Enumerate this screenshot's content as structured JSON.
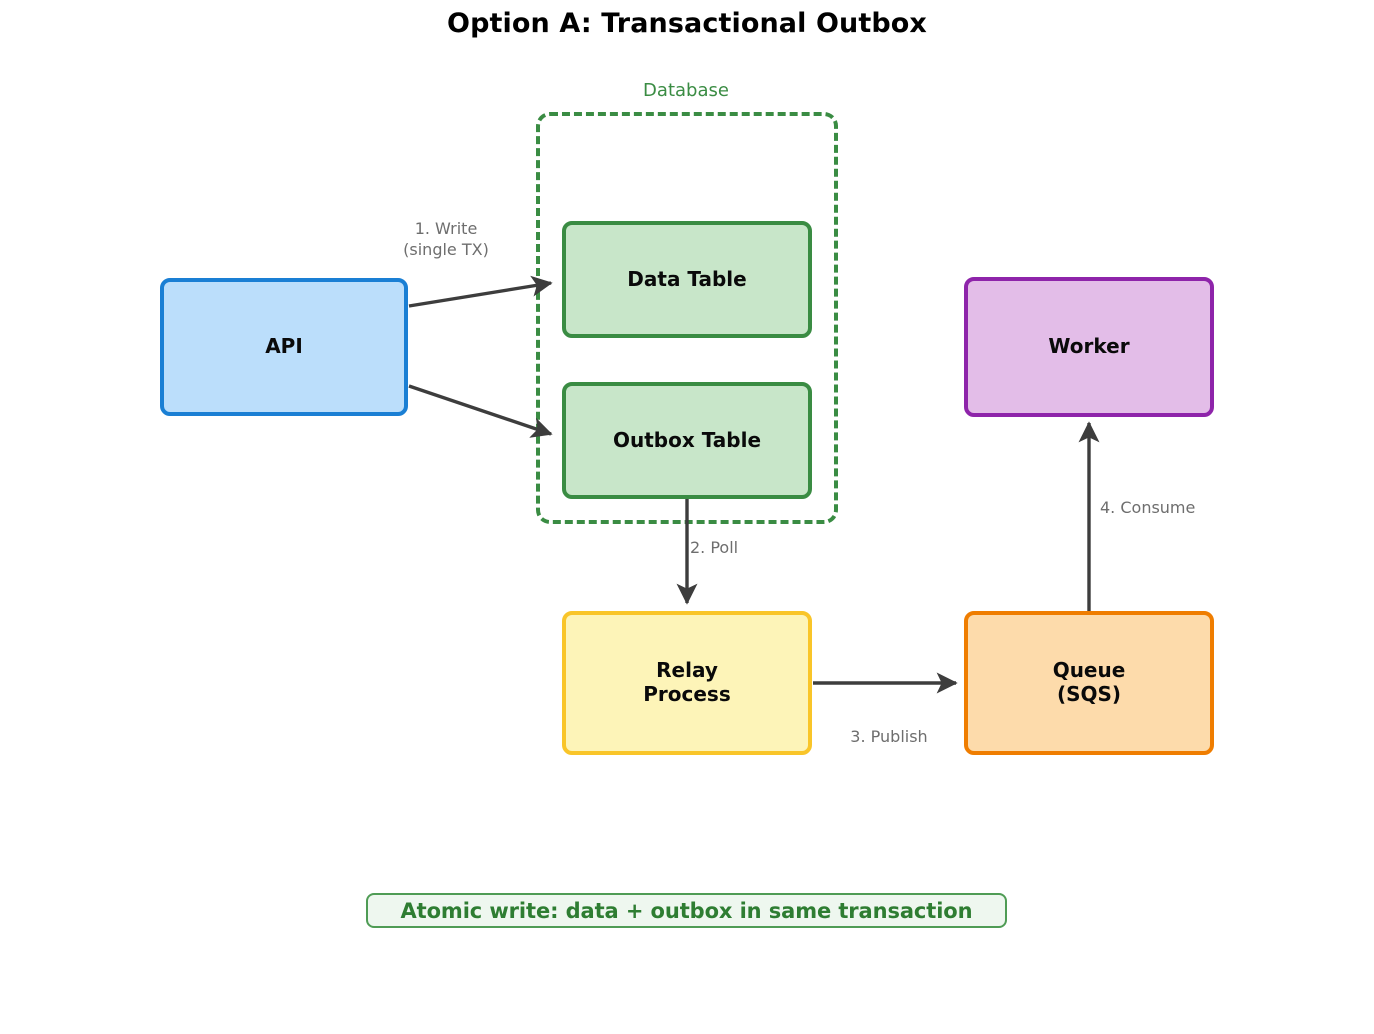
{
  "title": "Option A: Transactional Outbox",
  "groups": [
    {
      "id": "database",
      "label": "Database",
      "color": "#3a8c43"
    }
  ],
  "nodes": [
    {
      "id": "api",
      "label": "API",
      "fill": "#bbdefb",
      "stroke": "#1a7fd4"
    },
    {
      "id": "data",
      "label": "Data Table",
      "fill": "#c8e6c9",
      "stroke": "#3a8c43"
    },
    {
      "id": "outbox",
      "label": "Outbox Table",
      "fill": "#c8e6c9",
      "stroke": "#3a8c43"
    },
    {
      "id": "relay",
      "label": "Relay\nProcess",
      "fill": "#fdf4b8",
      "stroke": "#f9c529"
    },
    {
      "id": "queue",
      "label": "Queue\n(SQS)",
      "fill": "#fddbab",
      "stroke": "#ef7d00"
    },
    {
      "id": "worker",
      "label": "Worker",
      "fill": "#e3bde8",
      "stroke": "#8e24aa"
    }
  ],
  "edges": [
    {
      "id": "write",
      "from": "api",
      "to": "data",
      "label": "1. Write\n(single TX)"
    },
    {
      "id": "write2",
      "from": "api",
      "to": "outbox",
      "label": ""
    },
    {
      "id": "poll",
      "from": "outbox",
      "to": "relay",
      "label": "2. Poll"
    },
    {
      "id": "publish",
      "from": "relay",
      "to": "queue",
      "label": "3. Publish"
    },
    {
      "id": "consume",
      "from": "queue",
      "to": "worker",
      "label": "4. Consume"
    }
  ],
  "note": {
    "text": "Atomic write: data + outbox in same transaction",
    "color": "#2e7d32"
  }
}
